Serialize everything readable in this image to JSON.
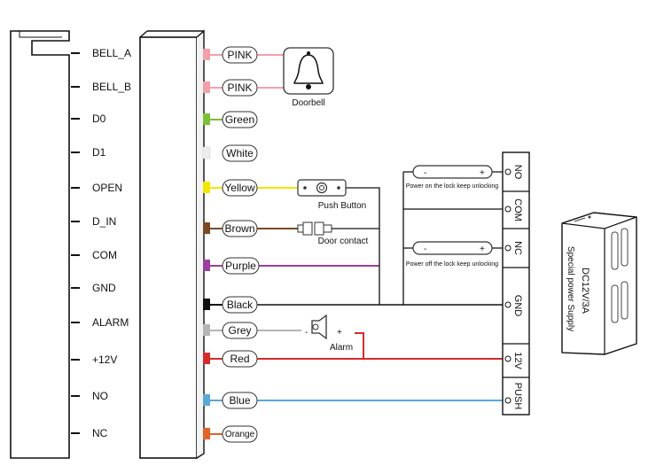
{
  "controller": {
    "pins": [
      "BELL_A",
      "BELL_B",
      "D0",
      "D1",
      "OPEN",
      "D_IN",
      "COM",
      "GND",
      "ALARM",
      "+12V",
      "NO",
      "NC"
    ]
  },
  "wires": [
    {
      "label": "PINK",
      "color": "#f2a0aa"
    },
    {
      "label": "PINK",
      "color": "#f2a0aa"
    },
    {
      "label": "Green",
      "color": "#7bbf3a"
    },
    {
      "label": "White",
      "color": "#eeeeee"
    },
    {
      "label": "Yellow",
      "color": "#f2e600"
    },
    {
      "label": "Brown",
      "color": "#7a4a24"
    },
    {
      "label": "Purple",
      "color": "#9b3fa2"
    },
    {
      "label": "Black",
      "color": "#111111"
    },
    {
      "label": "Grey",
      "color": "#b5b5b5"
    },
    {
      "label": "Red",
      "color": "#d42c2c"
    },
    {
      "label": "Blue",
      "color": "#5aa9d6"
    },
    {
      "label": "Orange",
      "color": "#e2622a"
    }
  ],
  "devices": {
    "doorbell": "Doorbell",
    "push_button": "Push Button",
    "door_contact": "Door contact",
    "alarm": "Alarm",
    "alarm_minus": "-",
    "alarm_plus": "+"
  },
  "lock_no": {
    "minus": "-",
    "plus": "+",
    "caption": "Power on the lock keep unlocking"
  },
  "lock_nc": {
    "minus": "-",
    "plus": "+",
    "caption": "Power off the lock keep unlocking"
  },
  "power_supply": {
    "terminals": [
      "NO",
      "COM",
      "NC",
      "GND",
      "12V",
      "PUSH"
    ],
    "line1": "DC12V/3A",
    "line2": "Special power Supply"
  }
}
